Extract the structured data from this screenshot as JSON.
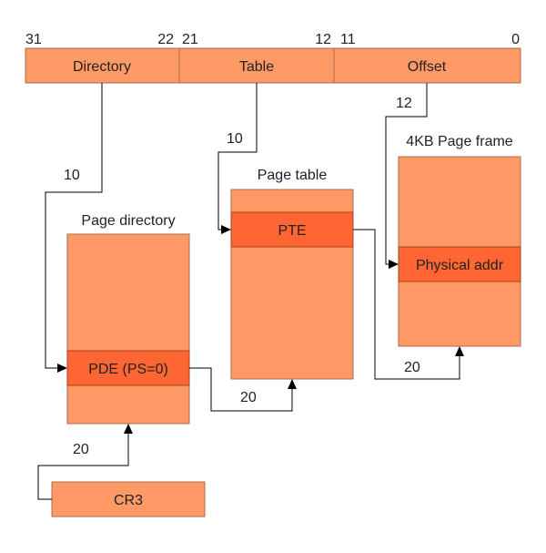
{
  "diagram": {
    "address_fields": [
      {
        "id": "directory",
        "label": "Directory",
        "hi_bit": "31",
        "lo_bit": "22"
      },
      {
        "id": "table",
        "label": "Table",
        "hi_bit": "21",
        "lo_bit": "12"
      },
      {
        "id": "offset",
        "label": "Offset",
        "hi_bit": "11",
        "lo_bit": "0"
      }
    ],
    "page_directory": {
      "title": "Page directory",
      "entry_label": "PDE (PS=0)"
    },
    "page_table": {
      "title": "Page table",
      "entry_label": "PTE"
    },
    "page_frame": {
      "title": "4KB Page frame",
      "entry_label": "Physical addr"
    },
    "cr3": {
      "label": "CR3"
    },
    "widths": {
      "directory_to_pde": "10",
      "table_to_pte": "10",
      "offset_to_physical": "12",
      "cr3_to_directory": "20",
      "pde_to_table": "20",
      "pte_to_frame": "20"
    },
    "colors": {
      "box_fill": "#FF9966",
      "entry_fill": "#FF6633",
      "arrow": "#000000"
    }
  }
}
